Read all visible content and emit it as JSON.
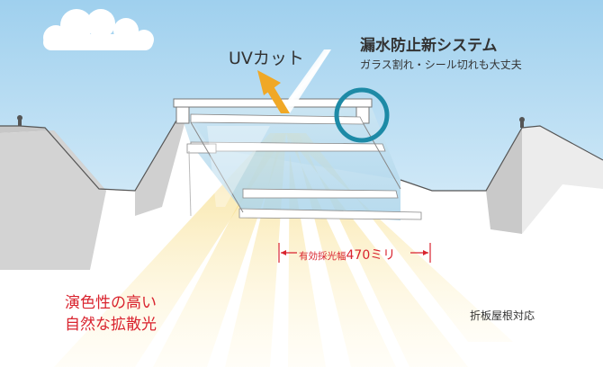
{
  "uv": {
    "label": "UVカット"
  },
  "leak": {
    "title": "漏水防止新システム",
    "subtitle": "ガラス割れ・シール切れも大丈夫"
  },
  "dimension": {
    "prefix": "有効採光幅",
    "value": "470ミリ"
  },
  "light": {
    "line1": "演色性の高い",
    "line2": "自然な拡散光"
  },
  "roof": {
    "label": "折板屋根対応"
  },
  "colors": {
    "sky_top": "#9fd0ee",
    "sky_bottom": "#cfe8f7",
    "accent_red": "#d9232e",
    "arrow_orange": "#f0a826",
    "ring_teal": "#1d8aa6",
    "roof_shadow": "#c9c9c9",
    "light_yellow": "#f7e08a"
  },
  "icons": {
    "uv_arrow": "arrow-up-left-icon",
    "ring": "circle-highlight-icon",
    "cloud": "cloud-icon"
  }
}
